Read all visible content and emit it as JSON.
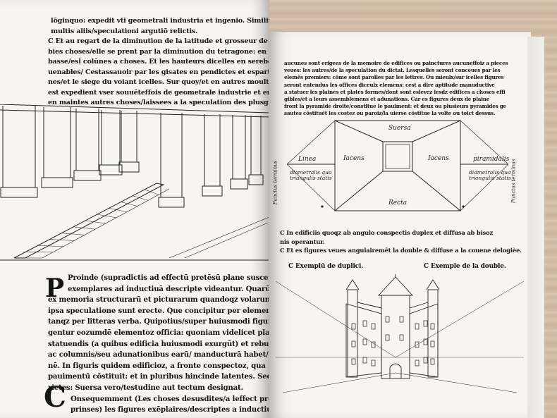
{
  "left_page": {
    "lines": [
      "lōginquo: expedit vti geometrali industria et ingenio. Similiter etiam in",
      "multis aliis/speculationi argutiō relictis.",
      "C Et au regart de la diminution de la latitude et grosseur de colūnes &c",
      "bies choses/elle se prent par la diminution du tetragone: en sa bonte &",
      "basse/esl colūnes a choses. Et les hauteurs dicelles en sereberance de soi",
      "uenables/ Cestassauoir par les gisates en pendictes et espartie par tetras",
      "nes/et le siege du voiant icelles. Sur quoy/et en autres moult de choses",
      "est expedient vser souuēteffois de geometrale industrie et engins seblables",
      "en maintes autres choses/laissees a la speculation des plusgrans subtilz."
    ],
    "lower_lines": [
      "Proinde (supradictis ad effectū pretēsū plane suscepta) figu",
      "exemplares ad inductiuā descripte videantur. Quarū instructiua",
      "ex memoria structurarū et picturarum quandoqz volarum. Alie ve",
      "ipsa speculatione sunt erecte. Que concipitur per elementa pertin",
      "tanqz per litteras verba. Quipotius/super huiusmodi figuris inscrip",
      "gentur eozumdē elementoz officia: quoniam videlicet plana et",
      "statuendis (a quibus edificia huiusmodi exurgūt) et rebus effig",
      "ac columnis/seu adunationibus earū/ manducturā habet/ etiā",
      "nē. In figuris quidem edificioz, a fronte conspectoz, qua",
      "pauimentū cōstituit: et in pluribus hincinde latentes. Sed",
      "rietes: Suersa vero/testudine aut tectum designat.",
      "Onsequemment (Les choses desusdites/a leffect pretendu plainemē",
      "prinses) les figures exēplaires/descriptes a inductiue/soit deme..."
    ]
  },
  "right_page": {
    "lines": [
      "aucunes sont erigees de la memoire de edifices ou painctures aucuneffoiz a pieces",
      "veues: les autres/de la speculation du dictat. Lesquelles seront conceues par les",
      "elemēs premiers: cōme sont parolles par les lettres. Ou mieulx/sur icelles figures",
      "seront entendus les offices diceulx elemens: cest a dire aptitude manuductive",
      "a statuer les plaines et plates formes/dont sont eslevez lesdz edifices a choses effi",
      "gibles/et a leurs assemblemens et adunations. Car es figures deux de plaine",
      "front la pyramide droite/constitue le pauiment: et deux ou plusieurs pyramides ge",
      "sautes cōstituēt les costez ou paroiz/la uierse cōstitue la volte ou toict dessus."
    ],
    "diagram_labels": {
      "top": "Suersa",
      "left": "Linea",
      "left_inner": "Iacens",
      "right_inner": "Iacens",
      "right": "piramidalis",
      "bottom": "Recta",
      "lower_left": "diametralis qua triangulis statis",
      "lower_right": "diametralis qua triangulis statis",
      "punctus": "Punctus terminus"
    },
    "rule_lines": [
      "C In edificiis quoqz ab angulo conspectis duplex et diffusa ab bisoz",
      "nis operantur.",
      "C Et es figures veues angulairemēt la double & diffuse a la couene delogièe."
    ],
    "captions": {
      "left": "C Exemplū de duplici.",
      "right": "C Exemple de la double."
    }
  }
}
